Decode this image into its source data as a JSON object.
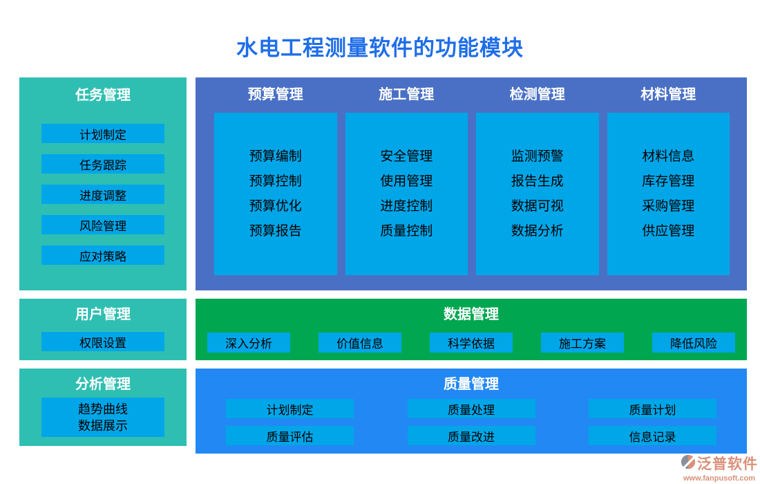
{
  "title": "水电工程测量软件的功能模块",
  "colors": {
    "title_blue": "#1f6ee8",
    "teal_panel": "#2fbfb2",
    "indigo_panel": "#4a70c5",
    "green_panel": "#00a750",
    "blue_panel": "#2288f4",
    "azure_button": "#00a6e8",
    "logo_salmon": "#d8917a"
  },
  "panels": {
    "task": {
      "title": "任务管理",
      "items": [
        "计划制定",
        "任务跟踪",
        "进度调整",
        "风险管理",
        "应对策略"
      ]
    },
    "main": {
      "columns": [
        {
          "title": "预算管理",
          "items": [
            "预算编制",
            "预算控制",
            "预算优化",
            "预算报告"
          ]
        },
        {
          "title": "施工管理",
          "items": [
            "安全管理",
            "使用管理",
            "进度控制",
            "质量控制"
          ]
        },
        {
          "title": "检测管理",
          "items": [
            "监测预警",
            "报告生成",
            "数据可视",
            "数据分析"
          ]
        },
        {
          "title": "材料管理",
          "items": [
            "材料信息",
            "库存管理",
            "采购管理",
            "供应管理"
          ]
        }
      ]
    },
    "user": {
      "title": "用户管理",
      "items": [
        "权限设置"
      ]
    },
    "data": {
      "title": "数据管理",
      "items": [
        "深入分析",
        "价值信息",
        "科学依据",
        "施工方案",
        "降低风险"
      ]
    },
    "analysis": {
      "title": "分析管理",
      "lines": [
        "趋势曲线",
        "数据展示"
      ]
    },
    "quality": {
      "title": "质量管理",
      "rows": [
        [
          "计划制定",
          "质量处理",
          "质量计划"
        ],
        [
          "质量评估",
          "质量改进",
          "信息记录"
        ]
      ]
    }
  },
  "footer": {
    "brand": "泛普软件",
    "url": "www.fanpusoft.com"
  }
}
